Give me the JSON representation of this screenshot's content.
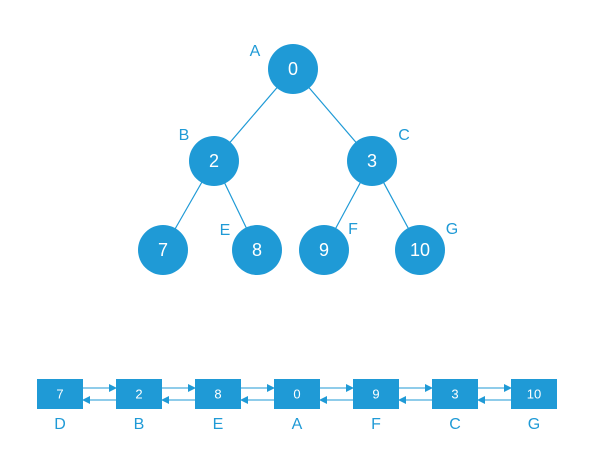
{
  "colors": {
    "node_fill": "#1f9ad6",
    "edge": "#1f9ad6",
    "label": "#1f9ad6",
    "background": "#ffffff"
  },
  "tree": {
    "nodes": [
      {
        "id": "A",
        "value": "0"
      },
      {
        "id": "B",
        "value": "2"
      },
      {
        "id": "C",
        "value": "3"
      },
      {
        "id": "D",
        "value": "7"
      },
      {
        "id": "E",
        "value": "8"
      },
      {
        "id": "F",
        "value": "9"
      },
      {
        "id": "G",
        "value": "10"
      }
    ],
    "edges": [
      [
        "A",
        "B"
      ],
      [
        "A",
        "C"
      ],
      [
        "B",
        "D"
      ],
      [
        "B",
        "E"
      ],
      [
        "C",
        "F"
      ],
      [
        "C",
        "G"
      ]
    ]
  },
  "list": {
    "items": [
      {
        "value": "7",
        "label": "D"
      },
      {
        "value": "2",
        "label": "B"
      },
      {
        "value": "8",
        "label": "E"
      },
      {
        "value": "0",
        "label": "A"
      },
      {
        "value": "9",
        "label": "F"
      },
      {
        "value": "3",
        "label": "C"
      },
      {
        "value": "10",
        "label": "G"
      }
    ]
  }
}
